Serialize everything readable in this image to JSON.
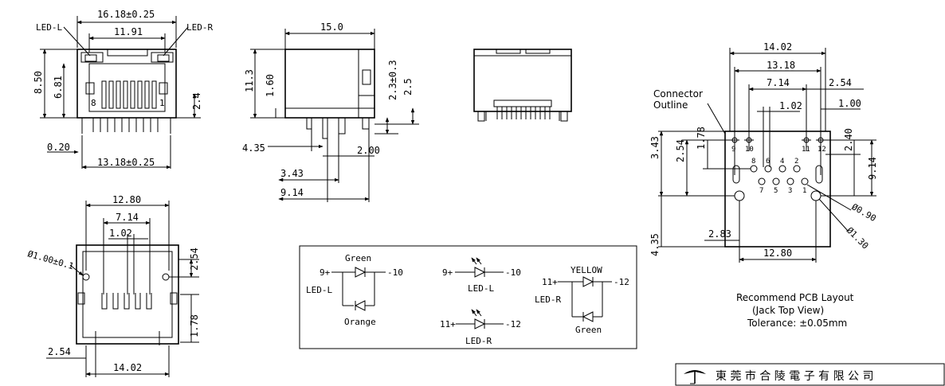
{
  "front_view": {
    "dim_width": "16.18±0.25",
    "dim_inner": "11.91",
    "led_left": "LED-L",
    "led_right": "LED-R",
    "dim_height": "8.50",
    "dim_body": "6.81",
    "dim_pin": "2.4",
    "pin_label_8": "8",
    "pin_label_1": "1",
    "dim_pin_w": "0.20",
    "dim_bottom": "13.18±0.25"
  },
  "side_view": {
    "dim_length": "15.0",
    "dim_height": "11.3",
    "dim_mid": "1.60",
    "dim_tab": "2.3±0.3",
    "dim_25": "2.5",
    "dim_435": "4.35",
    "dim_200": "2.00",
    "dim_343": "3.43",
    "dim_914": "9.14"
  },
  "pcb_bottom": {
    "dim_width": "12.80",
    "dim_714": "7.14",
    "dim_102": "1.02",
    "dim_hole": "Ø1.00±0.1",
    "dim_254": "2.54",
    "dim_178": "1.78",
    "dim_254b": "2.54",
    "dim_1402": "14.02"
  },
  "pcb_layout": {
    "connector_outline_1": "Connector",
    "connector_outline_2": "Outline",
    "dim_1402": "14.02",
    "dim_1318": "13.18",
    "dim_714": "7.14",
    "dim_254": "2.54",
    "dim_102": "1.02",
    "dim_100": "1.00",
    "dim_343": "3.43",
    "dim_254v": "2.54",
    "dim_178": "1.78",
    "dim_240": "2.40",
    "dim_914": "9.14",
    "dim_435": "4.35",
    "dim_283": "2.83",
    "dim_1280": "12.80",
    "dim_090": "Ø0.90",
    "dim_130": "Ø1.30",
    "pins_top": [
      "9",
      "10",
      "11",
      "12"
    ],
    "pins_upper": [
      "8",
      "6",
      "4",
      "2"
    ],
    "pins_lower": [
      "7",
      "5",
      "3",
      "1"
    ],
    "caption_1": "Recommend PCB Layout",
    "caption_2": "(Jack Top View)",
    "caption_3": "Tolerance: ±0.05mm"
  },
  "schematic": {
    "green": "Green",
    "orange": "Orange",
    "n9": "9+",
    "n10": "-10",
    "led_l": "LED-L",
    "n9b": "9+",
    "n10b": "-10",
    "led_l2": "LED-L",
    "n11": "11+",
    "n12": "-12",
    "led_r": "LED-R",
    "yellow": "YELLOW",
    "n11b": "11+",
    "n12b": "-12",
    "led_r2": "LED-R",
    "green2": "Green",
    "led_r3": "LED-R"
  },
  "company": {
    "name": "東 莞 市 合 陵 電 子 有 限 公 司"
  }
}
